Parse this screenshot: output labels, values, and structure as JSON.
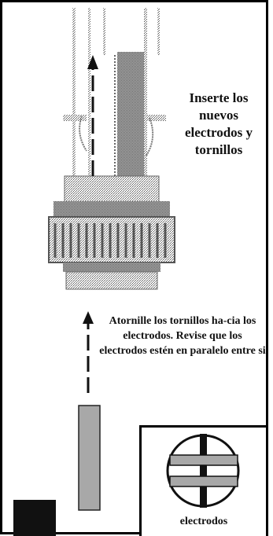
{
  "captions": {
    "insert_new": "Inserte los nuevos electrodos y tornillos",
    "screw_instructions": "Atornille los tornillos ha-cia los electrodos. Revise que los electrodos estén en paralelo entre si",
    "inset_label": "electrodos"
  },
  "colors": {
    "ink": "#111111",
    "gray_screw": "#a8a8a8",
    "dither_dark": "#6a6a6a",
    "dither_light": "#bdbdbd"
  }
}
